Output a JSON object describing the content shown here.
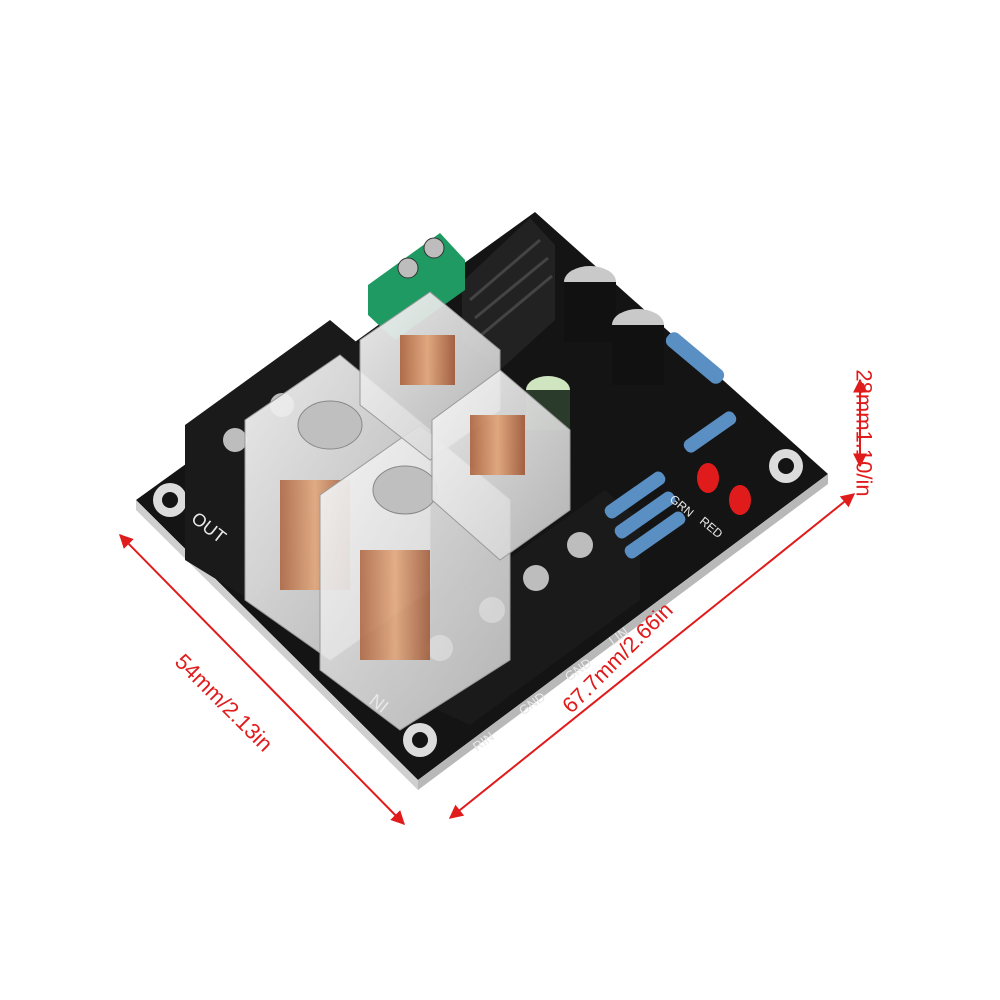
{
  "dimensions": {
    "width_label": "54mm/2.13in",
    "length_label": "67.7mm/2.66in",
    "height_label": "28mm1.10/in"
  },
  "board_labels": {
    "out": "OUT",
    "in": "NI",
    "rin": "RIN",
    "gnd_1": "GND",
    "gnd_2": "GND",
    "lin": "LIN",
    "grn": "GRN",
    "red": "RED"
  },
  "colors": {
    "dimension_line": "#e01b1b",
    "pcb": "#141414",
    "terminal_block": "#1e9a62",
    "led": "#e01b1b",
    "relay_coil": "#c97848"
  }
}
